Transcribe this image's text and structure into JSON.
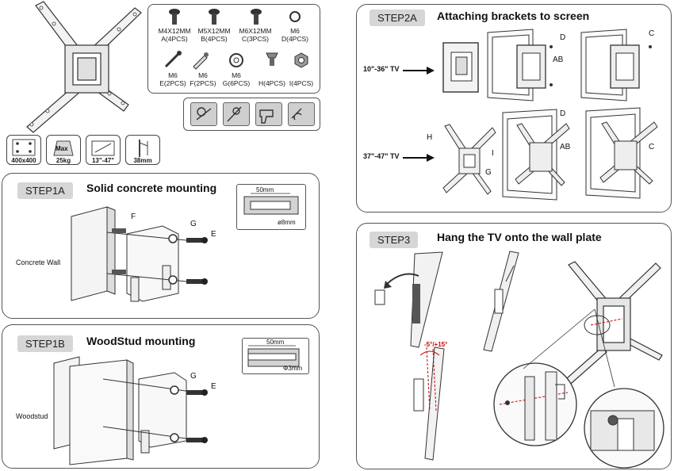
{
  "hardware": [
    {
      "name": "M4X12MM",
      "qty": "A(4PCS)"
    },
    {
      "name": "M5X12MM",
      "qty": "B(4PCS)"
    },
    {
      "name": "M6X12MM",
      "qty": "C(3PCS)"
    },
    {
      "name": "M6",
      "qty": "D(4PCS)"
    },
    {
      "name": "M6",
      "qty": "E(2PCS)"
    },
    {
      "name": "M6",
      "qty": "F(2PCS)"
    },
    {
      "name": "M6",
      "qty": "G(6PCS)"
    },
    {
      "name": "",
      "qty": "H(4PCS)"
    },
    {
      "name": "",
      "qty": "I(4PCS)"
    }
  ],
  "specs": {
    "vesa": "400x400",
    "max_label": "Max",
    "weight": "25kg",
    "size": "13\"-47\"",
    "profile": "38mm"
  },
  "step1a": {
    "tag": "STEP1A",
    "title": "Solid concrete mounting",
    "wall": "Concrete Wall",
    "f": "F",
    "g": "G",
    "e": "E",
    "depth": "50mm",
    "drill": "ø8mm"
  },
  "step1b": {
    "tag": "STEP1B",
    "title": "WoodStud mounting",
    "wall": "Woodstud",
    "g": "G",
    "e": "E",
    "depth": "50mm",
    "drill": "Φ3mm"
  },
  "step2a": {
    "tag": "STEP2A",
    "title": "Attaching brackets to screen",
    "tv_small": "10\"-36\" TV",
    "tv_large": "37\"-47\" TV",
    "d": "D",
    "ab": "AB",
    "c": "C",
    "h": "H",
    "i": "I",
    "g": "G"
  },
  "step3": {
    "tag": "STEP3",
    "title": "Hang the TV onto the wall plate",
    "tilt": "-5°/+15°"
  }
}
